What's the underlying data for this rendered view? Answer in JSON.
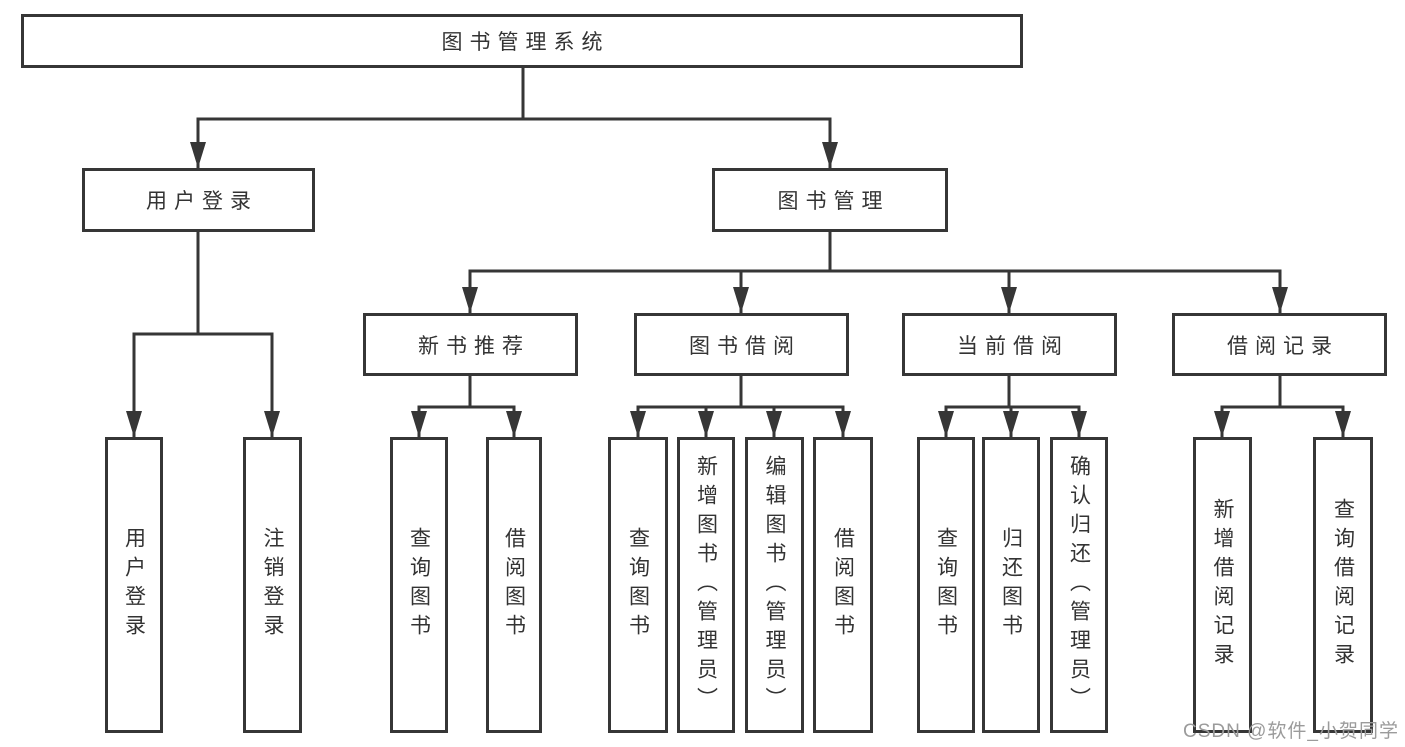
{
  "diagram": {
    "root": {
      "label": "图书管理系统",
      "children": [
        {
          "label": "用户登录",
          "children": [
            {
              "label": "用户登录"
            },
            {
              "label": "注销登录"
            }
          ]
        },
        {
          "label": "图书管理",
          "children": [
            {
              "label": "新书推荐",
              "children": [
                {
                  "label": "查询图书"
                },
                {
                  "label": "借阅图书"
                }
              ]
            },
            {
              "label": "图书借阅",
              "children": [
                {
                  "label": "查询图书"
                },
                {
                  "label": "新增图书（管理员）"
                },
                {
                  "label": "编辑图书（管理员）"
                },
                {
                  "label": "借阅图书"
                }
              ]
            },
            {
              "label": "当前借阅",
              "children": [
                {
                  "label": "查询图书"
                },
                {
                  "label": "归还图书"
                },
                {
                  "label": "确认归还（管理员）"
                }
              ]
            },
            {
              "label": "借阅记录",
              "children": [
                {
                  "label": "新增借阅记录"
                },
                {
                  "label": "查询借阅记录"
                }
              ]
            }
          ]
        }
      ]
    },
    "watermark": {
      "text": "CSDN @软件_小贺同学"
    }
  },
  "colors": {
    "line": "#363636",
    "text": "#333333",
    "watermark": "#9b9b9b",
    "background": "#ffffff"
  }
}
